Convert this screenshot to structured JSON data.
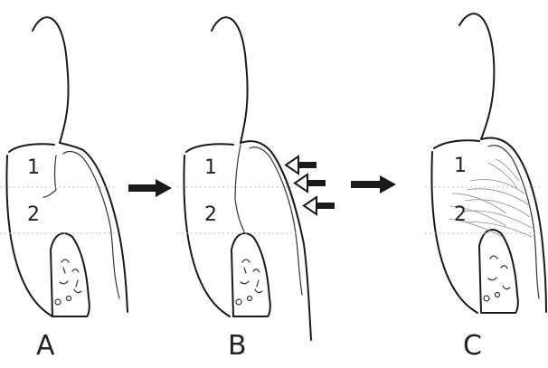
{
  "panels": [
    {
      "letter": "A",
      "zone_1": "1",
      "zone_2": "2"
    },
    {
      "letter": "B",
      "zone_1": "1",
      "zone_2": "2"
    },
    {
      "letter": "C",
      "zone_1": "1",
      "zone_2": "2"
    }
  ],
  "colors": {
    "ink": "#1a1a1a",
    "background": "#ffffff"
  },
  "icons": {
    "transition_arrow": "right-arrow-icon",
    "force_arrow": "left-hollow-arrow-icon"
  }
}
